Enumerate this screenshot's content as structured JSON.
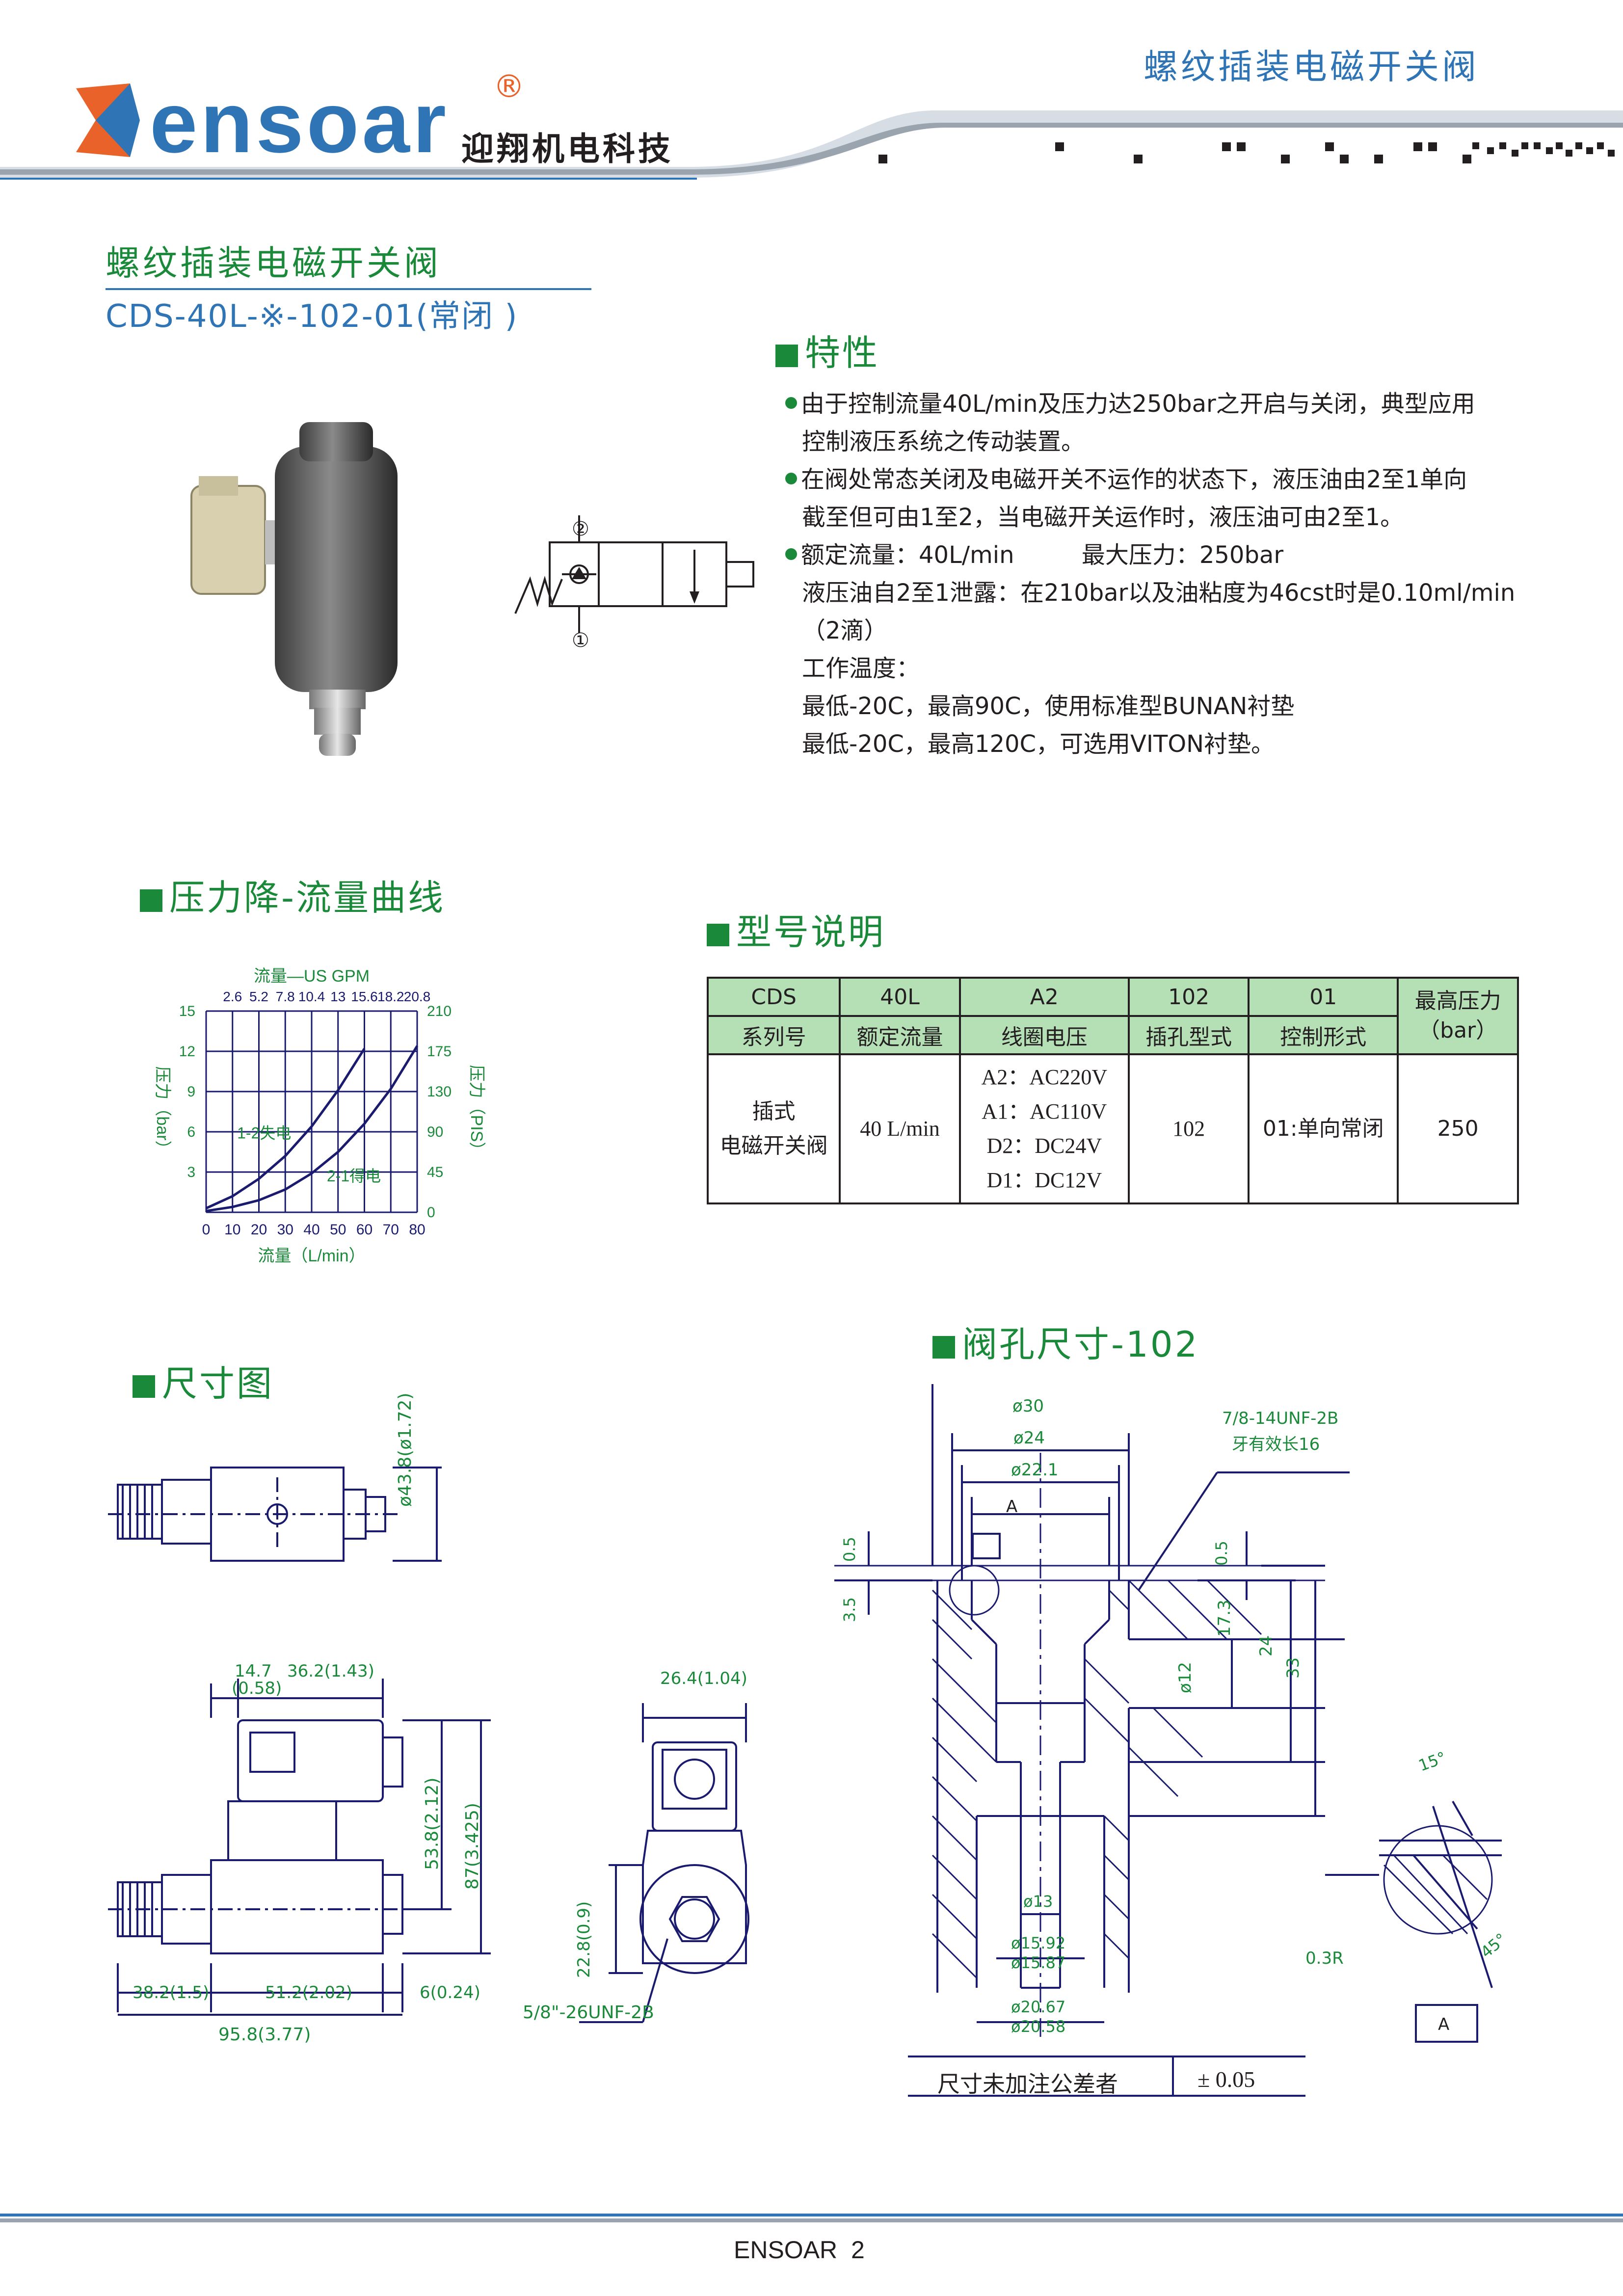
{
  "header": {
    "brand_logo": "ensoar",
    "registered": "®",
    "company": "迎翔机电科技",
    "page_category": "螺纹插装电磁开关阀"
  },
  "product": {
    "name": "螺纹插装电磁开关阀",
    "model": "CDS-40L-※-102-01(常闭 )"
  },
  "symbol": {
    "port_top": "②",
    "port_bottom": "①"
  },
  "features": {
    "title": "特性",
    "lines": [
      {
        "bullet": true,
        "text": "由于控制流量40L/min及压力达250bar之开启与关闭，典型应用"
      },
      {
        "bullet": false,
        "text": "控制液压系统之传动装置。"
      },
      {
        "bullet": true,
        "text": "在阀处常态关闭及电磁开关不运作的状态下，液压油由2至1单向"
      },
      {
        "bullet": false,
        "text": "截至但可由1至2，当电磁开关运作时，液压油可由2至1。"
      },
      {
        "bullet": true,
        "text": "额定流量：40L/min         最大压力：250bar"
      },
      {
        "bullet": false,
        "text": "液压油自2至1泄露：在210bar以及油粘度为46cst时是0.10ml/min"
      },
      {
        "bullet": false,
        "text": "（2滴）"
      },
      {
        "bullet": false,
        "text": "工作温度："
      },
      {
        "bullet": false,
        "text": "最低-20C，最高90C，使用标准型BUNAN衬垫"
      },
      {
        "bullet": false,
        "text": "最低-20C，最高120C，可选用VITON衬垫。"
      }
    ]
  },
  "curve_section": {
    "title": "压力降-流量曲线"
  },
  "chart_data": {
    "type": "line",
    "title": "",
    "xlabel": "流量（L/min）",
    "ylabel": "压力（bar）",
    "top_axis_label": "流量—US GPM",
    "right_axis_label": "压力（PIS）",
    "x_ticks": [
      "0",
      "10",
      "20",
      "30",
      "40",
      "50",
      "60",
      "70",
      "80"
    ],
    "y_ticks": [
      "15",
      "12",
      "9",
      "6",
      "3"
    ],
    "top_ticks": [
      "2.6",
      "5.2",
      "7.8",
      "10.4",
      "13",
      "15.6",
      "18.2",
      "20.8"
    ],
    "right_ticks": [
      "210",
      "175",
      "130",
      "90",
      "45",
      "0"
    ],
    "xlim": [
      0,
      80
    ],
    "ylim": [
      0,
      15
    ],
    "grid": true,
    "series": [
      {
        "name": "1-2失电",
        "x": [
          0,
          10,
          20,
          30,
          40,
          50,
          60
        ],
        "y": [
          0.3,
          1.2,
          2.5,
          4.2,
          6.4,
          9.1,
          12.2
        ]
      },
      {
        "name": "2-1得电",
        "x": [
          0,
          10,
          20,
          30,
          40,
          50,
          60,
          70,
          80
        ],
        "y": [
          0.1,
          0.4,
          0.9,
          1.7,
          2.9,
          4.5,
          6.6,
          9.2,
          12.4
        ]
      }
    ]
  },
  "model_section": {
    "title": "型号说明",
    "head1": [
      "CDS",
      "40L",
      "A2",
      "102",
      "01"
    ],
    "head2": [
      "系列号",
      "额定流量",
      "线圈电压",
      "插孔型式",
      "控制形式"
    ],
    "max_pressure_head": [
      "最高压力",
      "（bar）"
    ],
    "body": {
      "series": [
        "插式",
        "电磁开关阀"
      ],
      "flow": "40 L/min",
      "voltage": [
        "A2：AC220V",
        "A1：AC110V",
        "D2：DC24V",
        "D1：DC12V"
      ],
      "cavity": "102",
      "control": "01:单向常闭",
      "pressure": "250"
    }
  },
  "dimension_section": {
    "title": "尺寸图",
    "labels": {
      "d_coil": "ø43.8(ø1.72)",
      "a": "14.7",
      "a2": "(0.58)",
      "b": "36.2(1.43)",
      "h1": "53.8(2.12)",
      "h2": "87(3.425)",
      "w": "26.4(1.04)",
      "h3": "22.8(0.9)",
      "thread": "5/8\"-26UNF-2B",
      "l1": "38.2(1.5)",
      "l2": "51.2(2.02)",
      "l3": "6(0.24)",
      "l_total": "95.8(3.77)"
    }
  },
  "cavity_section": {
    "title": "阀孔尺寸-102",
    "labels": {
      "d30": "ø30",
      "d24": "ø24",
      "d221": "ø22.1",
      "thread": "7/8-14UNF-2B",
      "thread_len": "牙有效长16",
      "datum": "A",
      "t05_left": "0.5",
      "t35": "3.5",
      "t05_right": "0.5",
      "d12": "ø12",
      "h173": "17.3",
      "h24": "24",
      "h33": "33",
      "d13": "ø13",
      "d1592": "ø15.92",
      "d1587": "ø15.87",
      "d2067": "ø20.67",
      "d2058": "ø20.58",
      "a15": "15°",
      "a45": "45°",
      "r03": "0.3R"
    },
    "tolerance": {
      "label": "尺寸未加注公差者",
      "value": "± 0.05"
    }
  },
  "footer": {
    "text": "ENSOAR  2"
  },
  "colors": {
    "green": "#1a8a3a",
    "blue": "#2f75b5",
    "header_gray": "#8c8c8c",
    "table_green": "#b5dfb5"
  }
}
